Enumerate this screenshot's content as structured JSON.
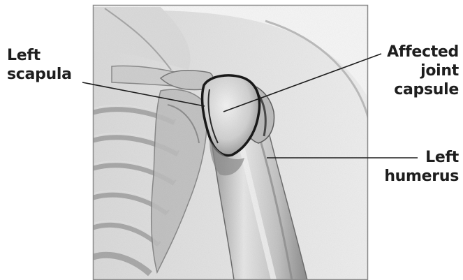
{
  "labels": {
    "scapula": [
      "Left",
      "scapula"
    ],
    "capsule": [
      "Affected",
      "joint",
      "capsule"
    ],
    "humerus": [
      "Left",
      "humerus"
    ]
  },
  "colors": {
    "background": "#ffffff",
    "frame": "#8a8a8a",
    "text": "#1e1e1e",
    "bone_light": "#e6e6e6",
    "bone_mid": "#b4b4b4",
    "bone_dark": "#6e6e6e",
    "capsule_outline": "#1a1a1a"
  }
}
